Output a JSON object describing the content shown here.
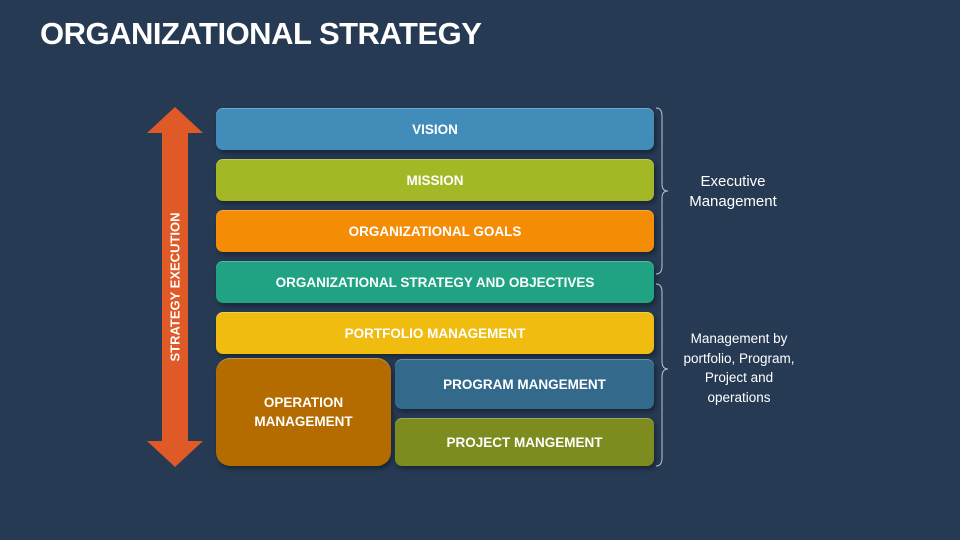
{
  "title": "ORGANIZATIONAL STRATEGY",
  "arrow_label": "STRATEGY EXECUTION",
  "layers": {
    "vision": "VISION",
    "mission": "MISSION",
    "goals": "ORGANIZATIONAL GOALS",
    "strategy": "ORGANIZATIONAL STRATEGY AND OBJECTIVES",
    "portfolio": "PORTFOLIO MANAGEMENT",
    "operation": "OPERATION MANAGEMENT",
    "program": "PROGRAM MANGEMENT",
    "project": "PROJECT MANGEMENT"
  },
  "groups": {
    "executive": "Executive Management",
    "management": "Management by portfolio, Program, Project and operations"
  },
  "colors": {
    "background": "#263a53",
    "arrow": "#e05a28",
    "vision": "#418cb8",
    "mission": "#a4b826",
    "goals": "#f48c06",
    "strategy": "#1fa383",
    "portfolio": "#efbc0f",
    "operation": "#b46c00",
    "program": "#336a8b",
    "project": "#7d8b1f"
  }
}
